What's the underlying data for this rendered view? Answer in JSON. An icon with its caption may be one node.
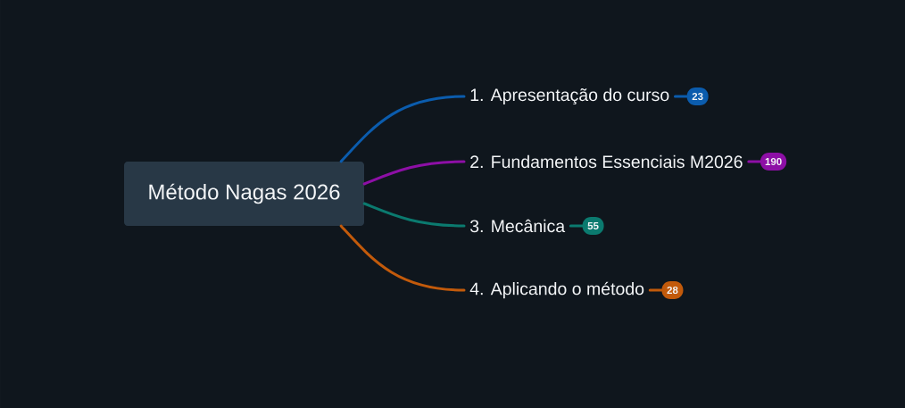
{
  "diagram": {
    "nodes": [
      {
        "text": [
          "Método Nagas 2026"
        ]
      },
      {
        "text": [
          "1. Apresentação do curso"
        ]
      },
      {
        "text": [
          "23"
        ]
      },
      {
        "text": [
          "2. Fundamentos Essenciais M2026"
        ]
      },
      {
        "text": [
          "190"
        ]
      },
      {
        "text": [
          "3. Mecânica"
        ]
      },
      {
        "text": [
          "55"
        ]
      },
      {
        "text": [
          "4. Aplicando o método"
        ]
      },
      {
        "text": [
          "28"
        ]
      }
    ],
    "edges": [
      {
        "from": 0,
        "to": 1,
        "arrow": "none",
        "color": "#0b5cad"
      },
      {
        "from": 0,
        "to": 3,
        "arrow": "none",
        "color": "#8d0fa6"
      },
      {
        "from": 0,
        "to": 5,
        "arrow": "none",
        "color": "#0b7a6f"
      },
      {
        "from": 0,
        "to": 7,
        "arrow": "none",
        "color": "#c25a0b"
      },
      {
        "from": 1,
        "to": 2,
        "arrow": "none",
        "color": "#0b5cad"
      },
      {
        "from": 3,
        "to": 4,
        "arrow": "none",
        "color": "#8d0fa6"
      },
      {
        "from": 5,
        "to": 6,
        "arrow": "none",
        "color": "#0b7a6f"
      },
      {
        "from": 7,
        "to": 8,
        "arrow": "none",
        "color": "#c25a0b"
      }
    ]
  }
}
